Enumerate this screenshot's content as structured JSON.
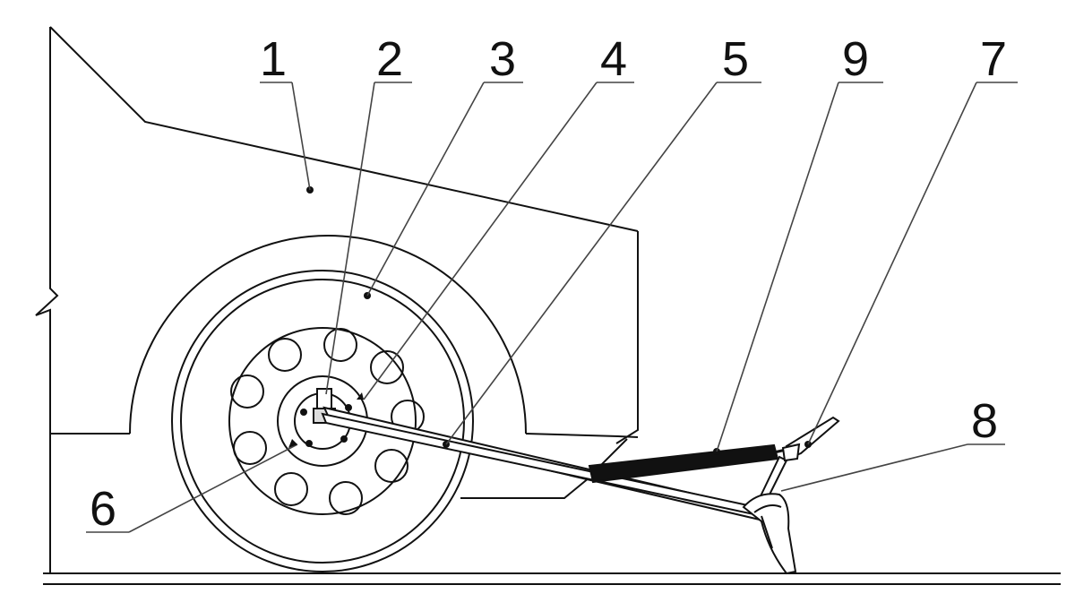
{
  "callouts": {
    "c1": "1",
    "c2": "2",
    "c3": "3",
    "c4": "4",
    "c5": "5",
    "c9": "9",
    "c7": "7",
    "c8": "8",
    "c6": "6"
  },
  "colors": {
    "line": "#111111",
    "leader": "#444444",
    "background": "#ffffff"
  }
}
